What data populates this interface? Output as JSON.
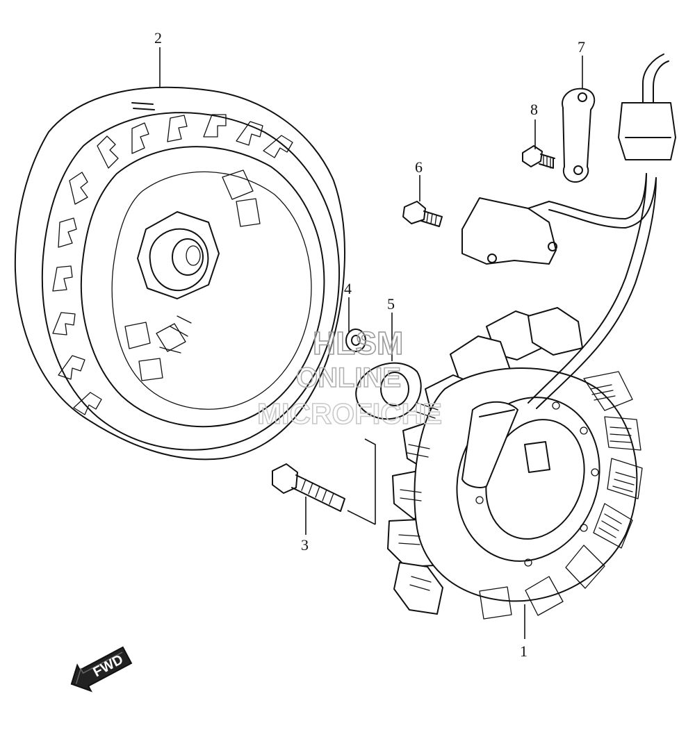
{
  "callouts": {
    "p1": "1",
    "p2": "2",
    "p3": "3",
    "p4": "4",
    "p5": "5",
    "p6": "6",
    "p7": "7",
    "p8": "8"
  },
  "watermark": {
    "line1": "HLSM",
    "line2": "ONLINE",
    "line3": "MICROFICHE"
  },
  "direction_badge": {
    "label": "FWD"
  }
}
